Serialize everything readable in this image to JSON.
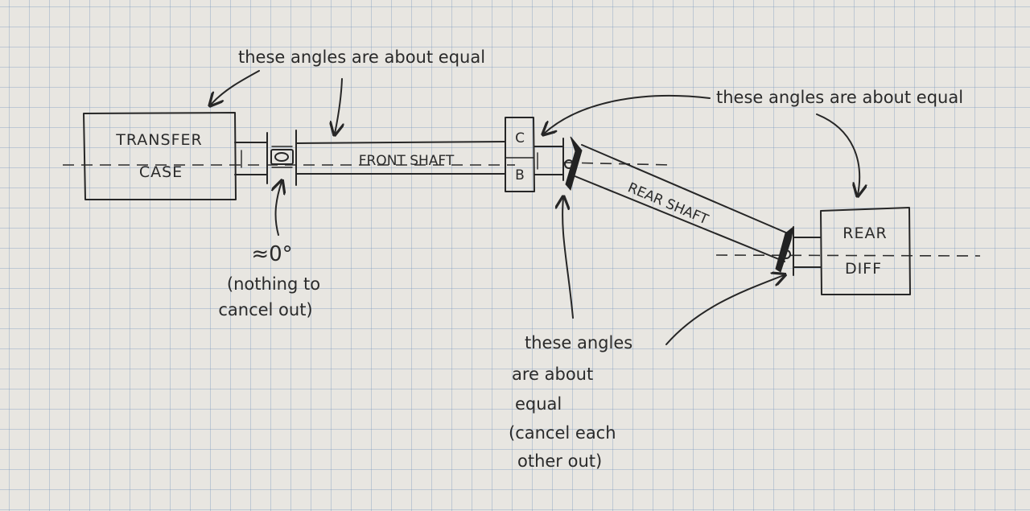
{
  "components": {
    "transfer_case": {
      "line1": "TRANSFER",
      "line2": "CASE"
    },
    "rear_diff": {
      "line1": "REAR",
      "line2": "DIFF"
    },
    "cb_joint": {
      "top": "C",
      "bottom": "B"
    }
  },
  "shafts": {
    "front": "FRONT SHAFT",
    "rear": "REAR SHAFT"
  },
  "annotations": {
    "top_left": "these angles are about equal",
    "top_right": "these angles are about equal",
    "zero_angle": {
      "value": "≈0°",
      "line1": "(nothing to",
      "line2": "cancel out)"
    },
    "bottom_center": {
      "line1": "these angles",
      "line2": "are about",
      "line3": "equal",
      "line4": "(cancel each",
      "line5": "other out)"
    }
  }
}
